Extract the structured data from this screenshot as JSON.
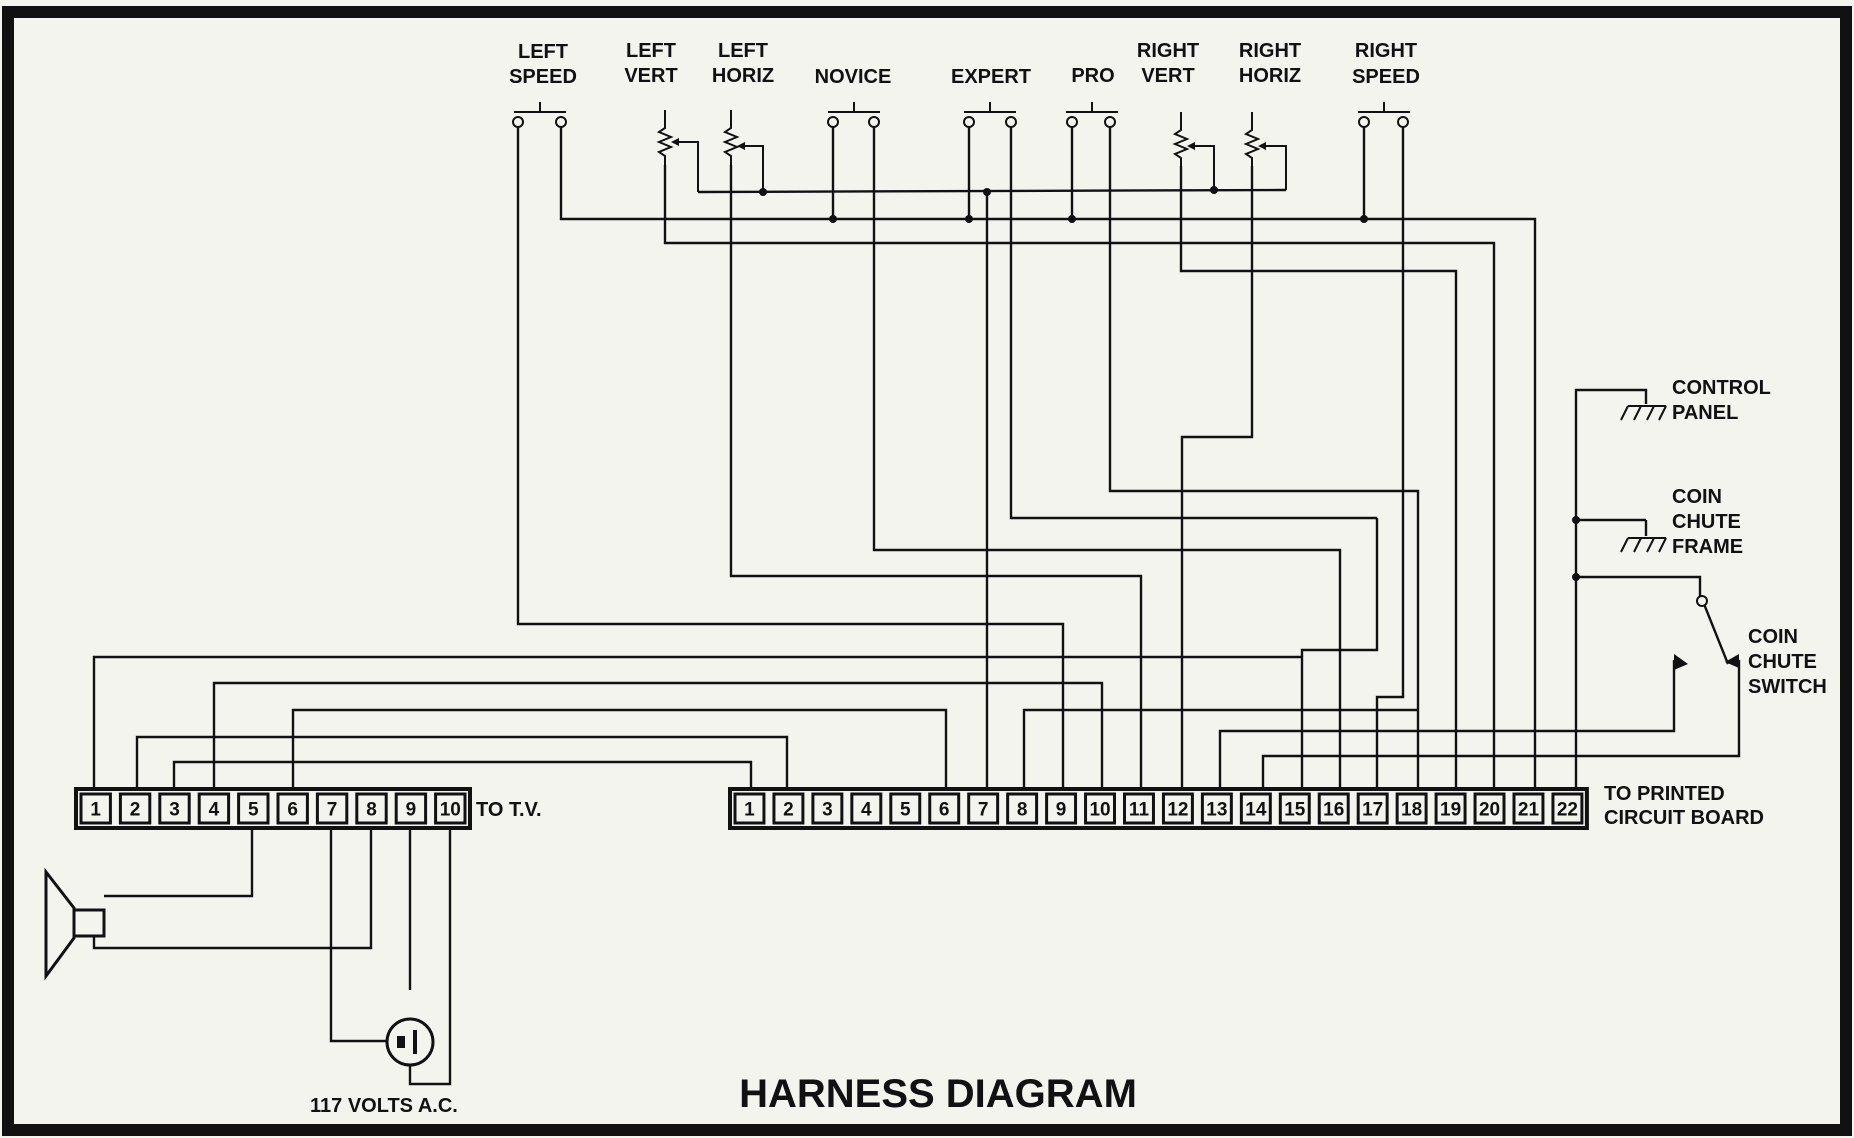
{
  "title": "HARNESS DIAGRAM",
  "switches": [
    {
      "id": "left-speed",
      "line1": "LEFT",
      "line2": "SPEED",
      "type": "pushbutton"
    },
    {
      "id": "left-vert",
      "line1": "LEFT",
      "line2": "VERT",
      "type": "potentiometer"
    },
    {
      "id": "left-horiz",
      "line1": "LEFT",
      "line2": "HORIZ",
      "type": "potentiometer"
    },
    {
      "id": "novice",
      "line1": "",
      "line2": "NOVICE",
      "type": "pushbutton"
    },
    {
      "id": "expert",
      "line1": "",
      "line2": "EXPERT",
      "type": "pushbutton"
    },
    {
      "id": "pro",
      "line1": "",
      "line2": "PRO",
      "type": "pushbutton"
    },
    {
      "id": "right-vert",
      "line1": "RIGHT",
      "line2": "VERT",
      "type": "potentiometer"
    },
    {
      "id": "right-horiz",
      "line1": "RIGHT",
      "line2": "HORIZ",
      "type": "potentiometer"
    },
    {
      "id": "right-speed",
      "line1": "RIGHT",
      "line2": "SPEED",
      "type": "pushbutton"
    }
  ],
  "tv_connector": {
    "label": "TO T.V.",
    "pins": [
      "1",
      "2",
      "3",
      "4",
      "5",
      "6",
      "7",
      "8",
      "9",
      "10"
    ]
  },
  "pcb_connector": {
    "label_line1": "TO PRINTED",
    "label_line2": "CIRCUIT BOARD",
    "pins": [
      "1",
      "2",
      "3",
      "4",
      "5",
      "6",
      "7",
      "8",
      "9",
      "10",
      "11",
      "12",
      "13",
      "14",
      "15",
      "16",
      "17",
      "18",
      "19",
      "20",
      "21",
      "22"
    ]
  },
  "grounds": {
    "control_panel": {
      "line1": "CONTROL",
      "line2": "PANEL"
    },
    "coin_chute_frame": {
      "line1": "COIN",
      "line2": "CHUTE",
      "line3": "FRAME"
    }
  },
  "coin_switch": {
    "line1": "COIN",
    "line2": "CHUTE",
    "line3": "SWITCH"
  },
  "power": {
    "label": "117 VOLTS A.C."
  },
  "colors": {
    "ink": "#111111",
    "paper": "#f4f4ef"
  }
}
